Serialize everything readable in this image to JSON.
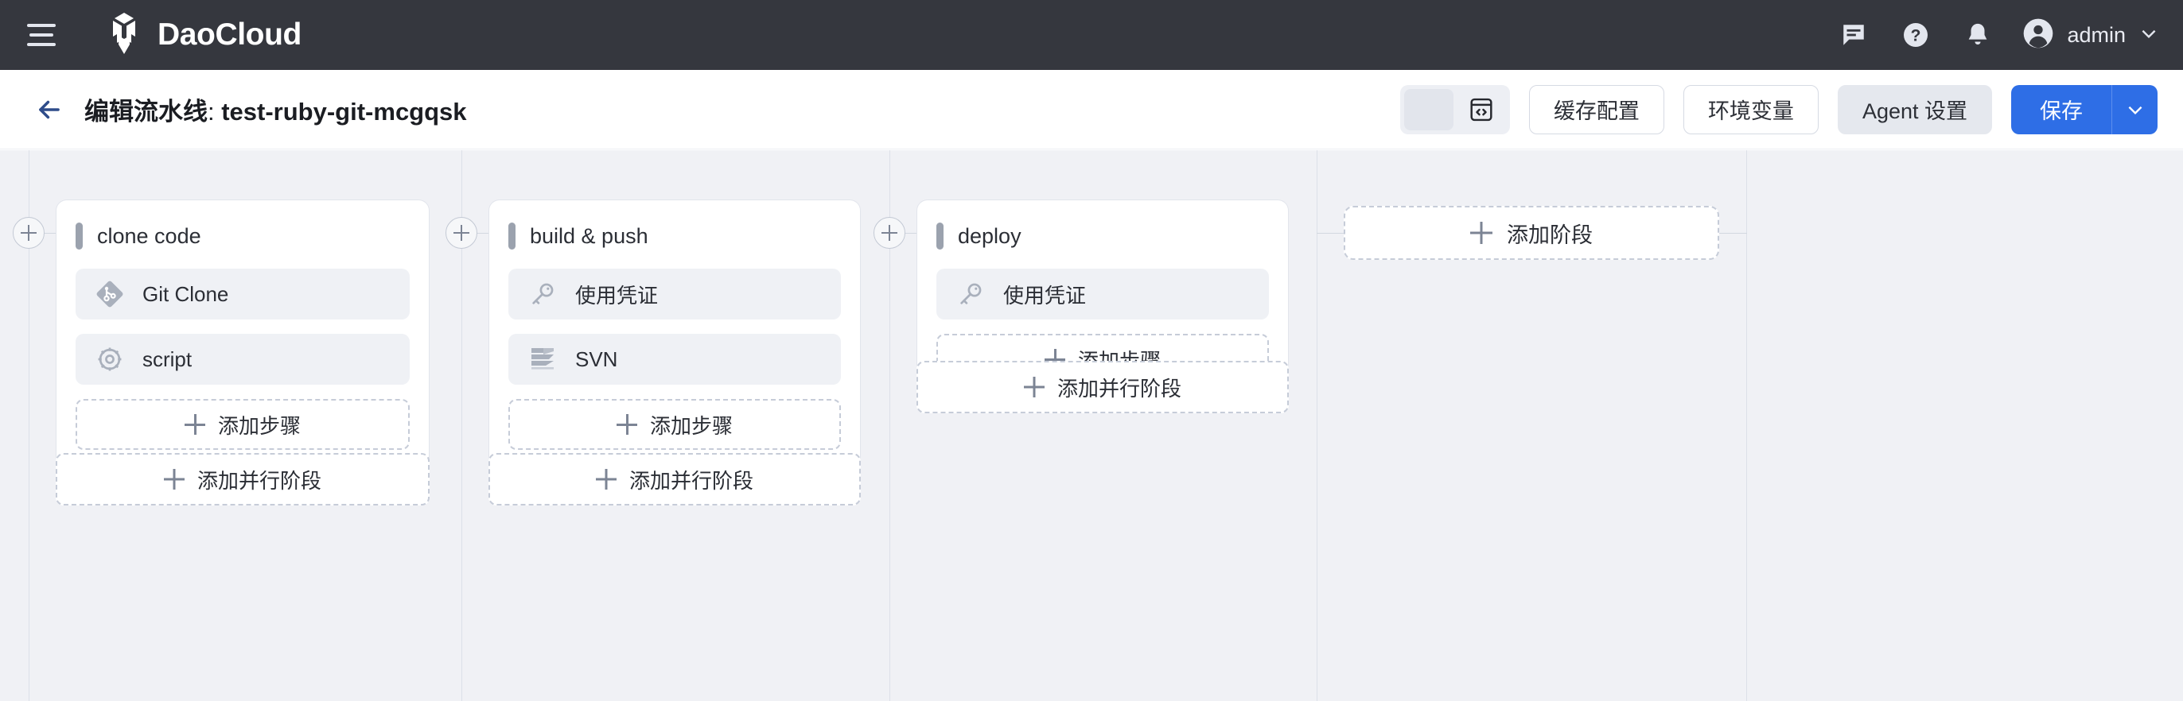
{
  "topnav": {
    "menu_icon": "hamburger-icon",
    "brand": "DaoCloud",
    "icons": [
      "chat-icon",
      "help-icon",
      "bell-icon"
    ],
    "user": "admin",
    "caret": "chevron-down-icon"
  },
  "toolbar": {
    "back_icon": "arrow-left-icon",
    "title_prefix": "编辑流水线",
    "title_sep": ": ",
    "title_name": "test-ruby-git-mcgqsk",
    "view_toggle": {
      "visual_label": "",
      "code_label": "</>",
      "selected": "visual"
    },
    "cache_config": "缓存配置",
    "env_vars": "环境变量",
    "agent_settings": "Agent 设置",
    "save": "保存",
    "save_caret": "chevron-down-icon"
  },
  "colors": {
    "header_bg": "#35373E",
    "canvas_bg": "#F0F1F5",
    "primary": "#2E6EE6",
    "card_bg": "#FFFFFF",
    "step_bg": "#EFF1F5",
    "divider": "#DCE0E8",
    "accent_bar": "#9BA2AE"
  },
  "labels": {
    "add_step": "添加步骤",
    "add_parallel_stage": "添加并行阶段",
    "add_stage": "添加阶段"
  },
  "pipeline": {
    "stages": [
      {
        "name": "clone code",
        "steps": [
          {
            "label": "Git Clone",
            "icon": "git-icon"
          },
          {
            "label": "script",
            "icon": "gear-icon"
          }
        ],
        "has_parallel_button": true
      },
      {
        "name": "build & push",
        "steps": [
          {
            "label": "使用凭证",
            "icon": "key-icon"
          },
          {
            "label": "SVN",
            "icon": "svn-icon"
          }
        ],
        "has_parallel_button": true
      },
      {
        "name": "deploy",
        "steps": [
          {
            "label": "使用凭证",
            "icon": "key-icon"
          }
        ],
        "has_parallel_button": true
      }
    ]
  }
}
